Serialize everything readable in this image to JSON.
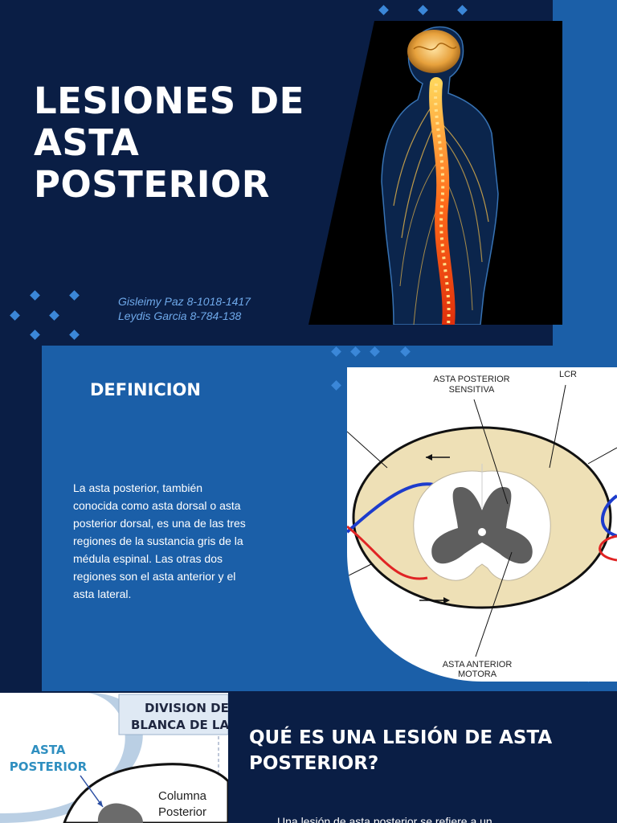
{
  "slide1": {
    "title_lines": [
      "LESIONES DE",
      "ASTA",
      "POSTERIOR"
    ],
    "authors": [
      "Gisleimy Paz 8-1018-1417",
      "Leydis Garcia 8-784-138"
    ],
    "image_icon": "spine-nervous-system-illustration"
  },
  "slide2": {
    "heading": "DEFINICION",
    "text_lines": [
      "La asta posterior, también",
      "conocida como asta dorsal o asta",
      "posterior dorsal, es una de las tres",
      "regiones de la sustancia gris de la",
      "médula espinal. Las otras dos",
      "regiones son el asta anterior y el",
      "asta lateral."
    ],
    "diagram": {
      "label_top_line1": "ASTA POSTERIOR",
      "label_top_line2": "SENSITIVA",
      "label_lcr": "LCR",
      "label_bottom_line1": "ASTA ANTERIOR",
      "label_bottom_line2": "MOTORA"
    }
  },
  "slide3": {
    "diagram": {
      "box_line1": "DIVISION DE L",
      "box_line2": "BLANCA DE LA M",
      "asta_line1": "ASTA",
      "asta_line2": "POSTERIOR",
      "columna_line1": "Columna",
      "columna_line2": "Posterior"
    },
    "heading_lines": [
      "QUÉ ES UNA LESIÓN DE ASTA",
      "POSTERIOR?"
    ],
    "text_partial": "Una lesión de asta posterior se refiere a un"
  },
  "colors": {
    "navy": "#0a1e45",
    "blue": "#1b5fa8",
    "accent_light": "#6fa9ea"
  }
}
